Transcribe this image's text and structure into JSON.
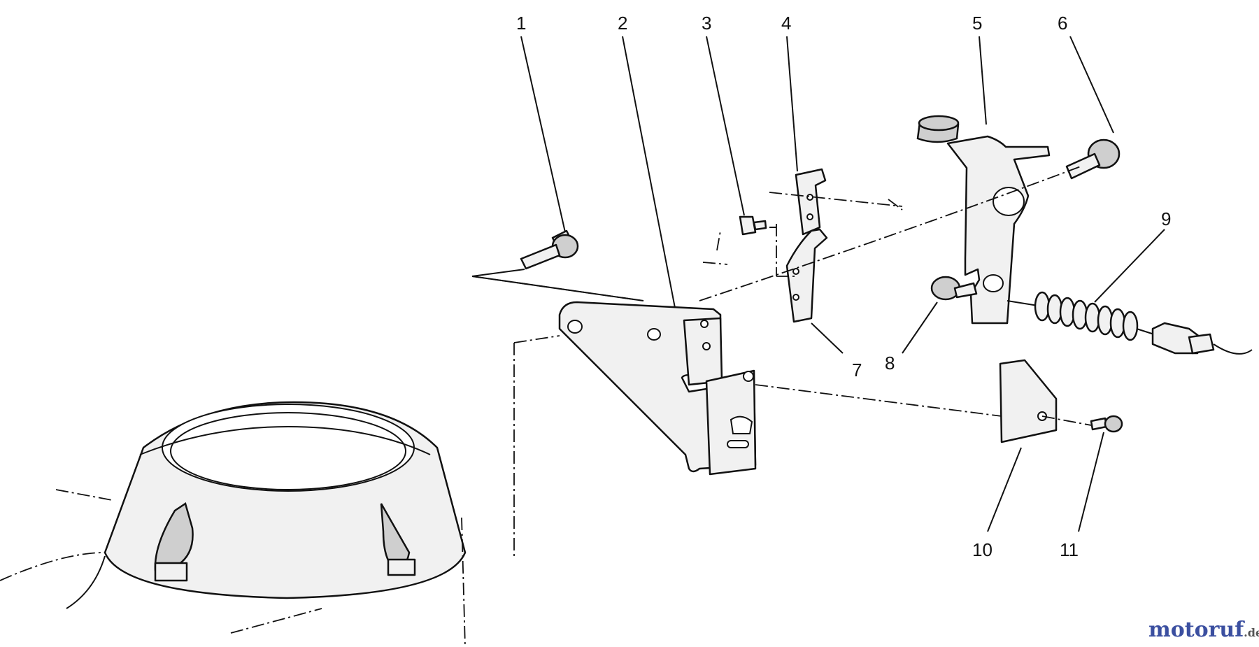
{
  "callouts": [
    "1",
    "2",
    "3",
    "4",
    "5",
    "6",
    "7",
    "8",
    "9",
    "10",
    "11"
  ],
  "watermark": {
    "brand": "motoruf",
    "suffix": ".de",
    "color_main": "#3b4fa0",
    "color_accent": "#e0a020"
  }
}
